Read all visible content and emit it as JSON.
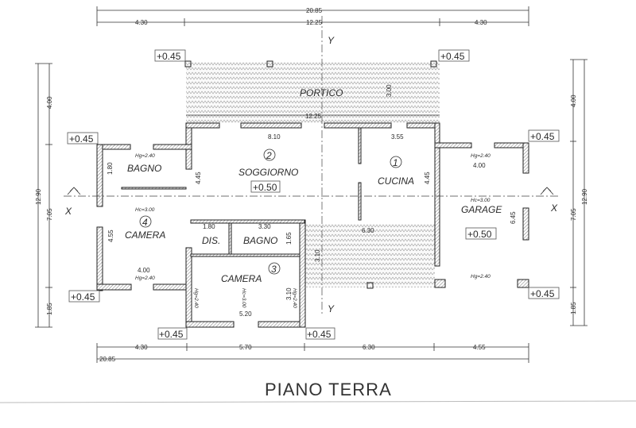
{
  "title": "PIANO TERRA",
  "rooms": {
    "portico": "PORTICO",
    "soggiorno": {
      "number": "2",
      "name": "SOGGIORNO",
      "level": "+0.50",
      "width": "8.10",
      "depth": "4.45"
    },
    "cucina": {
      "number": "1",
      "name": "CUCINA",
      "width": "3.55",
      "depth": "4.45"
    },
    "garage": {
      "name": "GARAGE",
      "level": "+0.50",
      "hg_top": "Hg=2.40",
      "width": "4.00",
      "hc": "Hc=3.00",
      "depth": "6.45",
      "hg_bottom": "Hg=2.40"
    },
    "bagno1": {
      "name": "BAGNO",
      "hg": "Hg=2.40",
      "depth": "1.80"
    },
    "camera4": {
      "number": "4",
      "name": "CAMERA",
      "hc": "Hc=3.00",
      "depth": "4.55",
      "width": "4.00",
      "hg": "Hg=2.40"
    },
    "dis": {
      "name": "DIS.",
      "width": "1.80"
    },
    "bagno2": {
      "name": "BAGNO",
      "width": "3.30",
      "depth": "1.65"
    },
    "camera3": {
      "number": "3",
      "name": "CAMERA",
      "hg_left": "Hg=2.40",
      "hc": "Hc=3.00",
      "hg_right": "Hg=2.40",
      "depth": "3.10",
      "width": "5.20"
    }
  },
  "porch_dims": {
    "depth": "3.00",
    "width": "12.25",
    "lower_width": "6.30",
    "lower_depth": "3.10"
  },
  "levels": [
    "+0.45",
    "+0.45",
    "+0.45",
    "+0.45",
    "+0.45",
    "+0.45",
    "+0.45",
    "+0.45"
  ],
  "axes": {
    "x": "X",
    "y": "Y"
  },
  "dims_top": {
    "total": "20.85",
    "left": "4.30",
    "middle": "12.25",
    "right": "4.30"
  },
  "dims_bottom": {
    "a": "4.30",
    "b": "5.70",
    "c": "6.30",
    "d": "4.55",
    "total": "20.85"
  },
  "dims_left": {
    "total": "12.90",
    "a": "4.00",
    "b": "7.05",
    "c": "1.85"
  },
  "dims_right": {
    "total": "12.90",
    "a": "4.00",
    "b": "7.05",
    "c": "1.85"
  }
}
